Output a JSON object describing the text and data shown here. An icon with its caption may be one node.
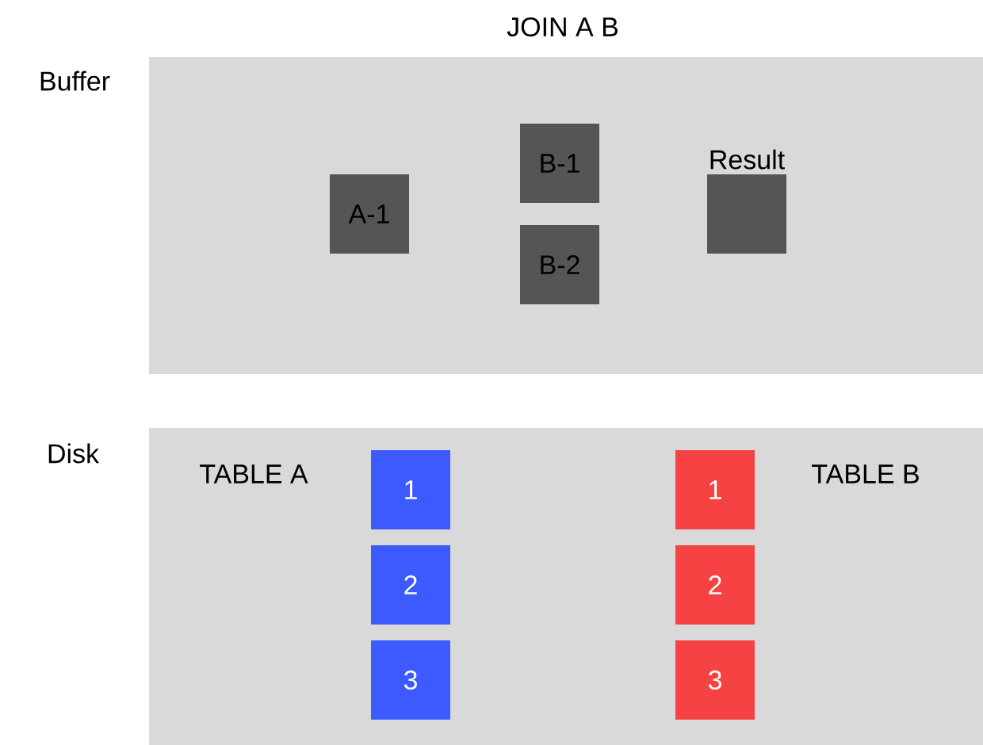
{
  "diagram": {
    "title": "JOIN A B",
    "nodes": [
      {
        "text": [
          "Buffer"
        ]
      },
      {
        "text": [
          "A-1"
        ],
        "in": 0
      },
      {
        "text": [
          "B-1"
        ],
        "in": 0
      },
      {
        "text": [
          "B-2"
        ],
        "in": 0
      },
      {
        "text": [
          "Result"
        ],
        "in": 0
      },
      {
        "text": [
          "Disk"
        ]
      },
      {
        "text": [
          "1"
        ],
        "in": 5
      },
      {
        "text": [
          "2"
        ],
        "in": 5
      },
      {
        "text": [
          "3"
        ],
        "in": 5
      },
      {
        "text": [
          "1"
        ],
        "in": 5
      },
      {
        "text": [
          "2"
        ],
        "in": 5
      },
      {
        "text": [
          "3"
        ],
        "in": 5
      }
    ],
    "edges": [],
    "labels": [
      "TABLE A",
      "TABLE B"
    ]
  }
}
